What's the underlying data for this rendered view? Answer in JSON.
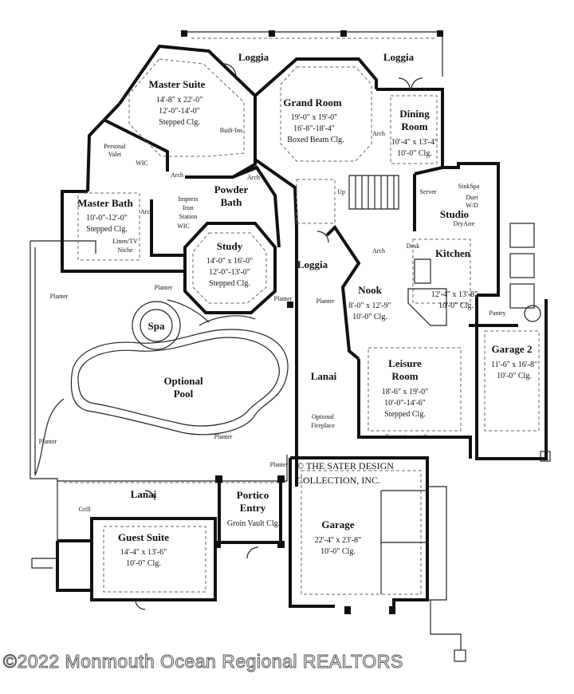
{
  "rooms": {
    "loggia_1": {
      "name": "Loggia"
    },
    "loggia_2": {
      "name": "Loggia"
    },
    "loggia_3": {
      "name": "Loggia"
    },
    "master_suite": {
      "name": "Master Suite",
      "dim": "14'-8\" x 22'-0\"",
      "clg": "12'-0\"-14'-0\"",
      "clg2": "Stepped Clg."
    },
    "grand_room": {
      "name": "Grand Room",
      "dim": "19'-0\" x 19'-0\"",
      "clg": "16'-8\"-18'-4\"",
      "clg2": "Boxed Beam Clg."
    },
    "dining_room": {
      "name1": "Dining",
      "name2": "Room",
      "dim": "10'-4\" x 13'-4\"",
      "clg": "10'-0\" Clg."
    },
    "powder_bath": {
      "name1": "Powder",
      "name2": "Bath"
    },
    "master_bath": {
      "name": "Master Bath",
      "dim": "10'-0\"-12'-0\"",
      "clg": "Stepped Clg."
    },
    "study": {
      "name": "Study",
      "dim": "14'-0\" x 16'-0\"",
      "clg": "12'-0\"-13'-0\"",
      "clg2": "Stepped Clg."
    },
    "studio": {
      "name": "Studio"
    },
    "kitchen": {
      "name": "Kitchen",
      "dim": "12'-4\" x 13'-8\"",
      "clg": "10'-0\" Clg."
    },
    "nook": {
      "name": "Nook",
      "dim": "8'-0\" x 12'-9\"",
      "clg": "10'-0\" Clg."
    },
    "spa": {
      "name": "Spa"
    },
    "pool": {
      "name1": "Optional",
      "name2": "Pool"
    },
    "lanai_main": {
      "name": "Lanai"
    },
    "leisure_room": {
      "name1": "Leisure",
      "name2": "Room",
      "dim": "18'-6\" x 19'-0\"",
      "clg": "10'-0\"-14'-6\"",
      "clg2": "Stepped Clg."
    },
    "garage_2": {
      "name": "Garage 2",
      "dim": "11'-6\" x 16'-8\"",
      "clg": "10'-0\" Clg."
    },
    "lanai_guest": {
      "name": "Lanai"
    },
    "guest_suite": {
      "name": "Guest Suite",
      "dim": "14'-4\" x 13'-6\"",
      "clg": "10'-0\" Clg."
    },
    "portico": {
      "name1": "Portico",
      "name2": "Entry",
      "clg": "Groin Vault Clg."
    },
    "garage": {
      "name": "Garage",
      "dim": "22'-4\" x 23'-8\"",
      "clg": "10'-0\" Clg."
    }
  },
  "labels": {
    "built_ins": "Built-Ins",
    "arch": "Arch",
    "personal_valet_1": "Personal",
    "personal_valet_2": "Valet",
    "wic": "WIC",
    "impress_1": "Impress",
    "impress_2": "Iron",
    "impress_3": "Station",
    "linen_1": "Linen/TV",
    "linen_2": "Niche",
    "up": "Up",
    "server": "Server",
    "sink_spa": "SinkSpa",
    "duet_1": "Duet",
    "duet_2": "W/D",
    "dry_aire": "DryAire",
    "desk": "Desk",
    "pantry": "Pantry",
    "planter": "Planter",
    "optional_fireplace_1": "Optional",
    "optional_fireplace_2": "Fireplace",
    "entertainment_center": "Entertainment Center",
    "grill": "Grill"
  },
  "copyright_1": "© THE SATER DESIGN",
  "copyright_2": "COLLECTION, INC.",
  "watermark": "©2022 Monmouth Ocean Regional REALTORS"
}
